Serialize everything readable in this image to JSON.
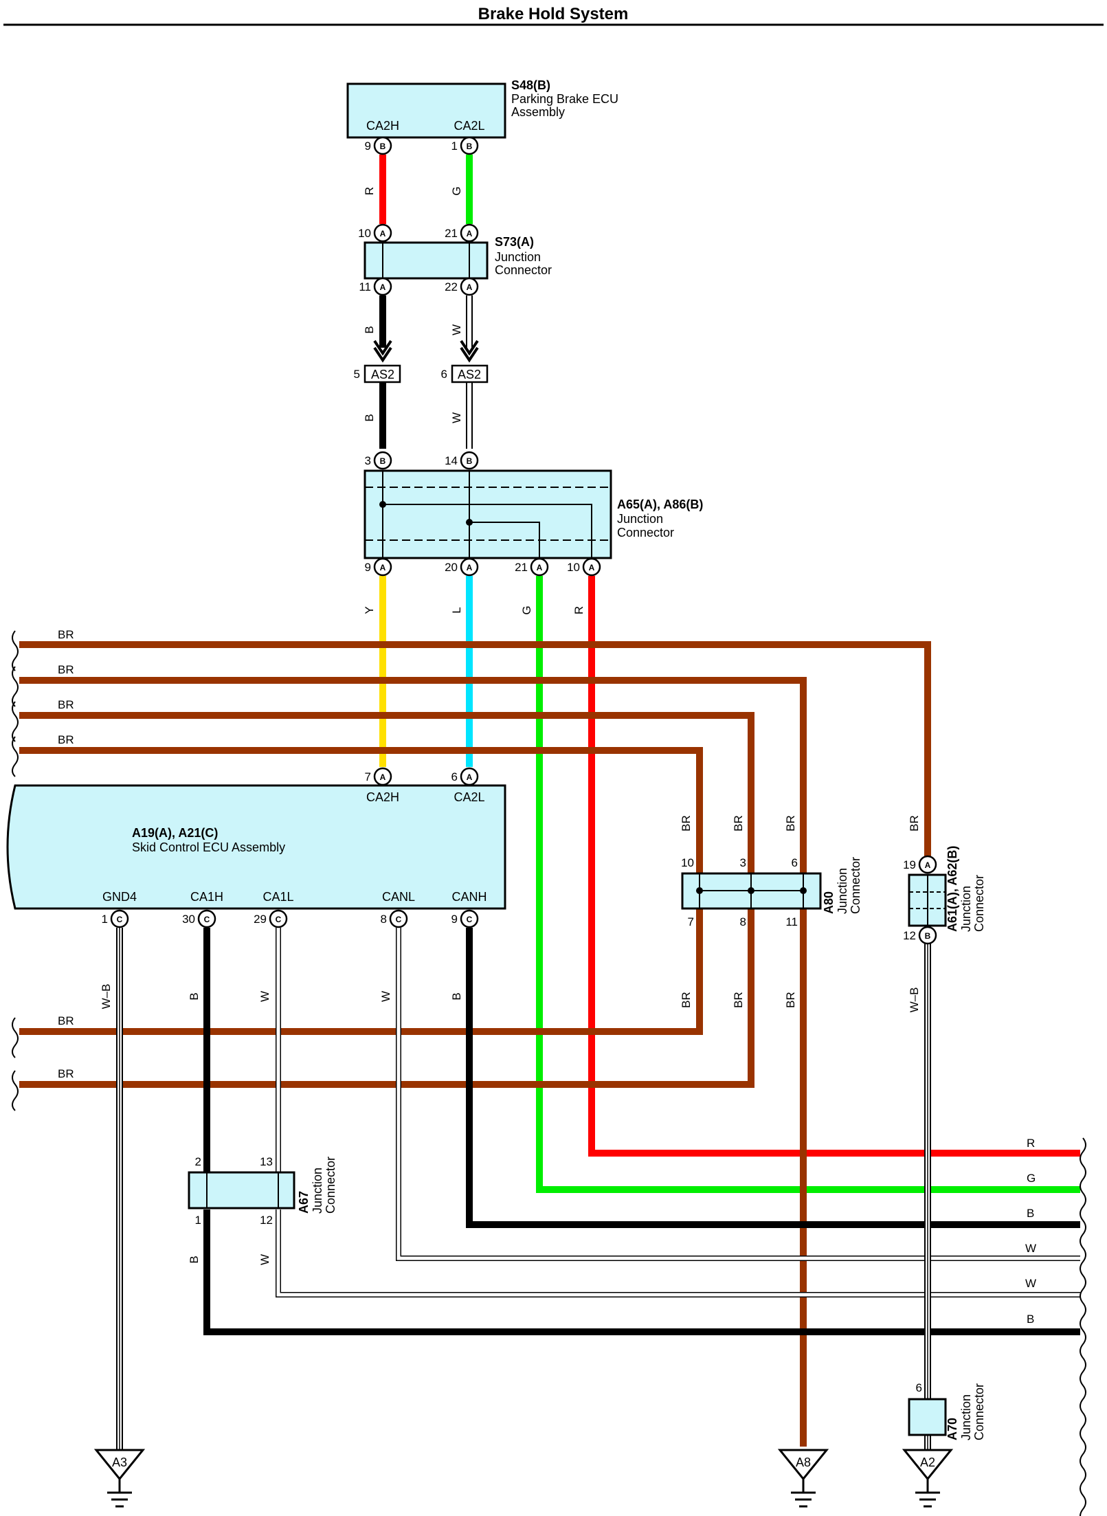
{
  "title": "Brake Hold System",
  "colors": {
    "R": "#ff0000",
    "G": "#00ee00",
    "B": "#000000",
    "W": "#ffffff",
    "Y": "#ffe000",
    "L": "#00e5ff",
    "BR": "#993300",
    "connector_fill": "#ccf5fa"
  },
  "components": {
    "s48": {
      "id": "S48(B)",
      "name_line1": "Parking Brake ECU",
      "name_line2": "Assembly",
      "pin_left": "CA2H",
      "pin_right": "CA2L"
    },
    "s73": {
      "id": "S73(A)",
      "name_line1": "Junction",
      "name_line2": "Connector"
    },
    "as2": {
      "label": "AS2"
    },
    "a65": {
      "id": "A65(A), A86(B)",
      "name_line1": "Junction",
      "name_line2": "Connector"
    },
    "a19": {
      "id": "A19(A), A21(C)",
      "name": "Skid Control ECU Assembly",
      "pins_top": [
        "CA2H",
        "CA2L"
      ],
      "pins_bottom": [
        "GND4",
        "CA1H",
        "CA1L",
        "CANL",
        "CANH"
      ]
    },
    "a80": {
      "id": "A80",
      "name_line1": "Junction",
      "name_line2": "Connector"
    },
    "a61": {
      "id": "A61(A), A62(B)",
      "name_line1": "Junction",
      "name_line2": "Connector"
    },
    "a67": {
      "id": "A67",
      "name_line1": "Junction",
      "name_line2": "Connector"
    },
    "a70": {
      "id": "A70",
      "name_line1": "Junction",
      "name_line2": "Connector"
    }
  },
  "grounds": [
    "A3",
    "A8",
    "A2"
  ],
  "pin_numbers": {
    "s48": [
      "9",
      "1"
    ],
    "s73_top": [
      "10",
      "21"
    ],
    "s73_bottom": [
      "11",
      "22"
    ],
    "as2": [
      "5",
      "6"
    ],
    "a65_top": [
      "3",
      "14"
    ],
    "a65_bottom": [
      "9",
      "20",
      "21",
      "10"
    ],
    "a19_top": [
      "7",
      "6"
    ],
    "a19_bottom": [
      "1",
      "30",
      "29",
      "8",
      "9"
    ],
    "a80_top": [
      "10",
      "3",
      "6"
    ],
    "a80_bottom": [
      "7",
      "8",
      "11"
    ],
    "a61_top": "19",
    "a61_bottom": "12",
    "a67_top": [
      "2",
      "13"
    ],
    "a67_bottom": [
      "1",
      "12"
    ],
    "a70": "6"
  },
  "pin_letters": {
    "A": "A",
    "B": "B",
    "C": "C"
  },
  "wire_labels": {
    "R": "R",
    "G": "G",
    "B": "B",
    "W": "W",
    "Y": "Y",
    "L": "L",
    "BR": "BR",
    "WB": "W–B"
  }
}
